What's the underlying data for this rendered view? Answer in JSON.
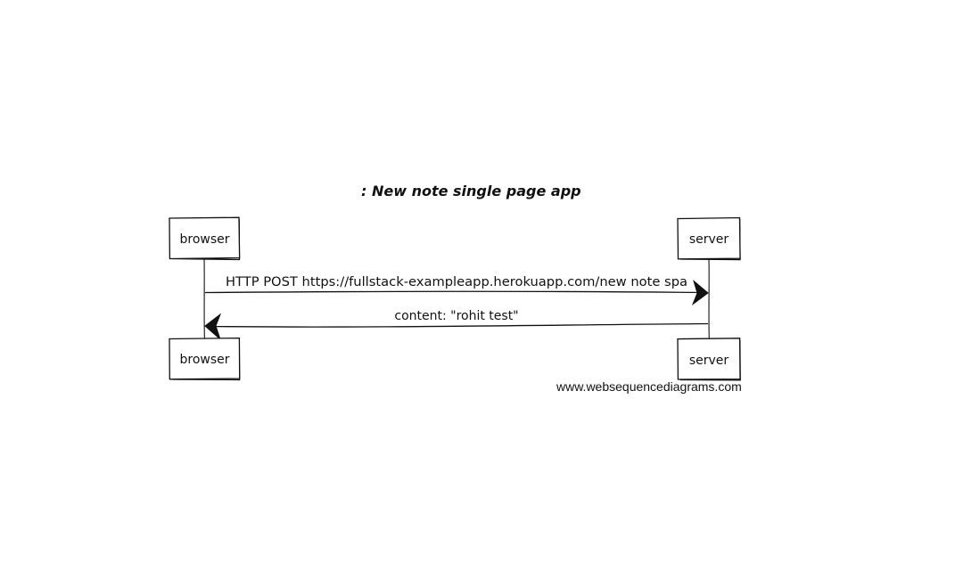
{
  "diagram": {
    "title": ": New note single page app",
    "participants": [
      {
        "name": "browser"
      },
      {
        "name": "server"
      }
    ],
    "messages": [
      {
        "from": "browser",
        "to": "server",
        "label": "HTTP POST https://fullstack-exampleapp.herokuapp.com/new note spa"
      },
      {
        "from": "server",
        "to": "browser",
        "label": "content: \"rohit test\""
      }
    ],
    "watermark": "www.websequencediagrams.com"
  }
}
